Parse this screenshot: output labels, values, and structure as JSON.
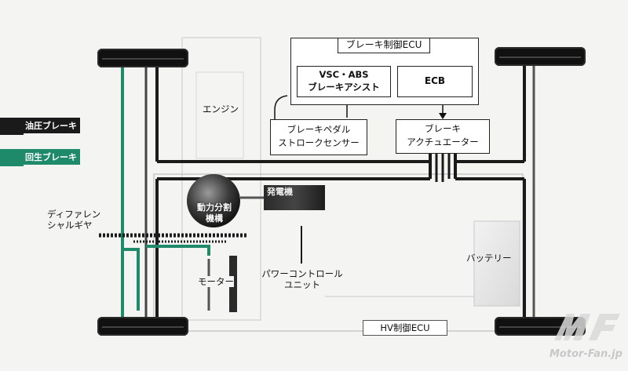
{
  "colors": {
    "hydraulic": "#1a1a1a",
    "regen": "#1f8a6a",
    "bg": "#f4f4f2"
  },
  "legend": {
    "hydraulic_label": "油圧ブレーキ",
    "regen_label": "回生ブレーキ"
  },
  "blocks": {
    "brake_ecu": "ブレーキ制御ECU",
    "vsc_abs_line1": "VSC・ABS",
    "vsc_abs_line2": "ブレーキアシスト",
    "ecb": "ECB",
    "stroke_sensor_line1": "ブレーキペダル",
    "stroke_sensor_line2": "ストロークセンサー",
    "actuator_line1": "ブレーキ",
    "actuator_line2": "アクチュエーター",
    "engine": "エンジン",
    "power_split_line1": "動力分割",
    "power_split_line2": "機構",
    "generator": "発電機",
    "differential_line1": "ディファレン",
    "differential_line2": "シャルギヤ",
    "motor": "モーター",
    "pcu_line1": "パワーコントロール",
    "pcu_line2": "ユニット",
    "battery": "バッテリー",
    "hv_ecu": "HV制御ECU"
  },
  "watermark": {
    "logo_text": "MF",
    "site": "Motor-Fan.jp"
  }
}
